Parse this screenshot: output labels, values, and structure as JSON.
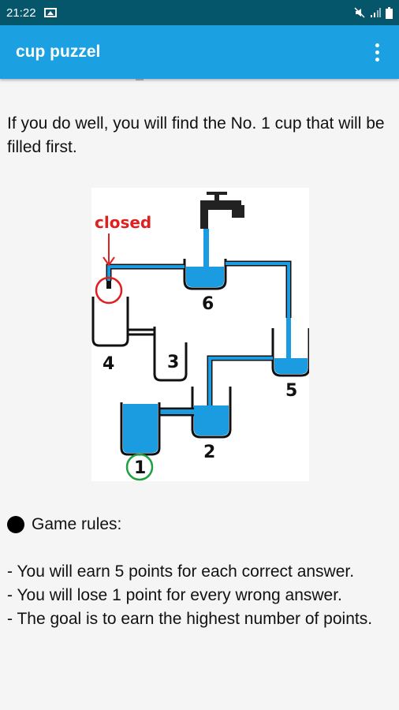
{
  "status_bar": {
    "time": "21:22",
    "icons": [
      "image-icon",
      "mute-icon",
      "signal-icon",
      "battery-icon"
    ]
  },
  "app_bar": {
    "title": "cup puzzel",
    "menu_icon": "more-vert-icon",
    "color": "#1ba1e2"
  },
  "intro_text": "If you do well, you will find the No. 1 cup that will be filled first.",
  "figure": {
    "closed_label": "closed",
    "cup_labels": [
      "1",
      "2",
      "3",
      "4",
      "5",
      "6"
    ],
    "colors": {
      "water": "#1b9be0",
      "closed": "#e02020",
      "answer_circle": "#1ea040"
    }
  },
  "rules": {
    "heading": "Game rules:",
    "items": [
      "- You will earn 5 points for each correct answer.",
      "- You will lose 1 point for every wrong answer.",
      "- The goal is to earn the highest number of points."
    ]
  }
}
